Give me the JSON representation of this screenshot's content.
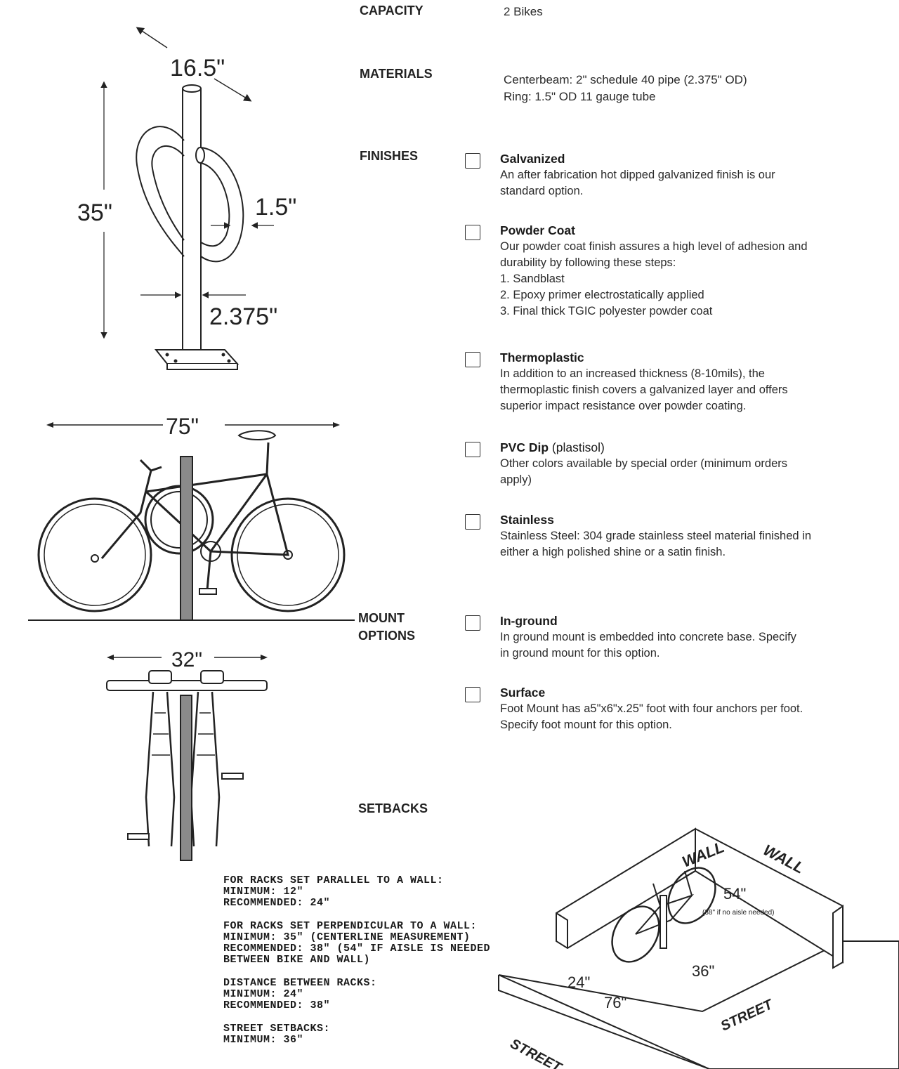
{
  "specs": {
    "capacity": {
      "label": "CAPACITY",
      "value": "2 Bikes"
    },
    "materials": {
      "label": "MATERIALS",
      "lines": [
        "Centerbeam: 2\" schedule 40 pipe (2.375\" OD)",
        "Ring: 1.5\" OD 11 gauge tube"
      ]
    },
    "finishes_label": "FINISHES",
    "mount_label_1": "MOUNT",
    "mount_label_2": "OPTIONS",
    "setbacks_label": "SETBACKS"
  },
  "finishes": [
    {
      "title": "Galvanized",
      "lines": [
        "An after fabrication hot dipped galvanized finish is our",
        "standard option."
      ]
    },
    {
      "title": "Powder Coat",
      "lines": [
        "Our powder coat finish assures a high level of adhesion and",
        "durability by following these steps:",
        "1. Sandblast",
        "2. Epoxy primer electrostatically applied",
        "3. Final thick TGIC polyester powder coat"
      ]
    },
    {
      "title": "Thermoplastic",
      "lines": [
        "In addition to an increased thickness (8-10mils), the",
        "thermoplastic finish covers a galvanized layer and offers",
        "superior impact resistance over powder coating."
      ]
    },
    {
      "title": "PVC Dip",
      "title_suffix": " (plastisol)",
      "lines": [
        "Other colors available by special order (minimum orders",
        "apply)"
      ]
    },
    {
      "title": "Stainless",
      "lines": [
        "Stainless Steel: 304 grade stainless steel material finished in",
        "either a high polished shine or a satin finish."
      ]
    }
  ],
  "mounts": [
    {
      "title": "In-ground",
      "lines": [
        "In ground mount is embedded into concrete base.  Specify",
        "in ground mount  for this option."
      ]
    },
    {
      "title": "Surface",
      "lines": [
        "Foot Mount has a5\"x6\"x.25\" foot with four anchors per foot.",
        "Specify foot mount for this option."
      ]
    }
  ],
  "dimensions": {
    "width": "16.5\"",
    "height": "35\"",
    "ring": "1.5\"",
    "pipe": "2.375\"",
    "length": "75\"",
    "span": "32\""
  },
  "setback_notes": {
    "parallel": [
      "FOR RACKS SET PARALLEL TO A WALL:",
      "MINIMUM: 12\"",
      "RECOMMENDED: 24\""
    ],
    "perpendicular": [
      "FOR RACKS SET PERPENDICULAR TO A WALL:",
      "MINIMUM: 35\" (CENTERLINE MEASUREMENT)",
      "RECOMMENDED: 38\" (54\" IF AISLE IS NEEDED",
      "BETWEEN BIKE AND WALL)"
    ],
    "between": [
      "DISTANCE BETWEEN RACKS:",
      "MINIMUM: 24\"",
      "RECOMMENDED: 38\""
    ],
    "street": [
      "STREET SETBACKS:",
      "MINIMUM: 36\""
    ]
  },
  "iso": {
    "wall1": "WALL",
    "wall2": "WALL",
    "street1": "STREET",
    "street2": "STREET",
    "d54": "54\"",
    "d54_note": "(38\" if no aisle needed)",
    "d24": "24\"",
    "d76": "76\"",
    "d36": "36\""
  }
}
